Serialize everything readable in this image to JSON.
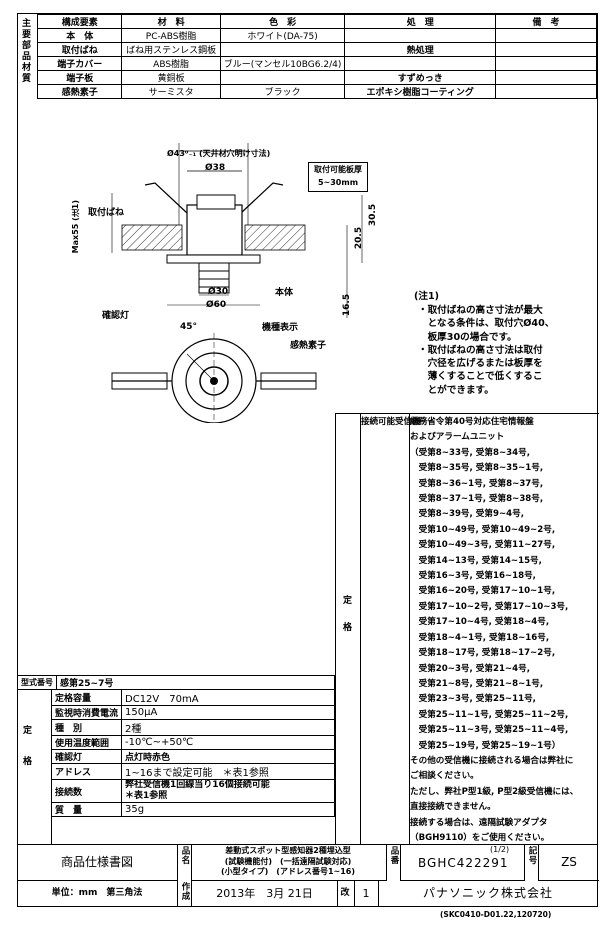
{
  "materials": {
    "side_label": "主要部品材質",
    "headers": [
      "構成要素",
      "材　料",
      "色　彩",
      "処　理",
      "備　考"
    ],
    "rows": [
      [
        "本　体",
        "PC-ABS樹脂",
        "ホワイト(DA-75)",
        "",
        ""
      ],
      [
        "取付ばね",
        "ばね用ステンレス鋼板",
        "",
        "熱処理",
        ""
      ],
      [
        "端子カバー",
        "ABS樹脂",
        "ブルー(マンセル10BG6.2/4)",
        "",
        ""
      ],
      [
        "端子板",
        "黄銅板",
        "",
        "すずめっき",
        ""
      ],
      [
        "感熱素子",
        "サーミスタ",
        "ブラック",
        "エポキシ樹脂コーティング",
        ""
      ]
    ]
  },
  "drawing": {
    "hole_dim": "Ø43⁰₋₁ (天井材穴明け寸法)",
    "d38": "Ø38",
    "spring_label": "取付ばね",
    "max55": "Max55 (注1)",
    "board_box_line1": "取付可能板厚",
    "board_box_line2": "5~30mm",
    "dim_20_5": "20.5",
    "dim_30_5": "30.5",
    "dim_16_5": "16.5",
    "body_label": "本体",
    "d30": "Ø30",
    "d60": "Ø60",
    "lamp_label": "確認灯",
    "angle": "45°",
    "model_label": "機種表示",
    "sensor_label": "感熱素子"
  },
  "notes": {
    "title": "(注1)",
    "lines": [
      "・取付ばねの高さ寸法が最大",
      "　となる条件は、取付穴Ø40、",
      "　板厚30の場合です。",
      "・取付ばねの高さ寸法は取付",
      "　穴径を広げるまたは板厚を",
      "　薄くすることで低くするこ",
      "　とができます。"
    ]
  },
  "compat": {
    "side_label": "定格",
    "header": "接続可能受信機",
    "lines": [
      "総務省令第40号対応住宅情報盤",
      "およびアラームユニット",
      "（受第8~33号, 受第8~34号,",
      "　受第8~35号, 受第8~35~1号,",
      "　受第8~36~1号, 受第8~37号,",
      "　受第8~37~1号, 受第8~38号,",
      "　受第8~39号, 受第9~4号,",
      "　受第10~49号, 受第10~49~2号,",
      "　受第10~49~3号, 受第11~27号,",
      "　受第14~13号, 受第14~15号,",
      "　受第16~3号, 受第16~18号,",
      "　受第16~20号, 受第17~10~1号,",
      "　受第17~10~2号, 受第17~10~3号,",
      "　受第17~10~4号, 受第18~4号,",
      "　受第18~4~1号, 受第18~16号,",
      "　受第18~17号, 受第18~17~2号,",
      "　受第20~3号, 受第21~4号,",
      "　受第21~8号, 受第21~8~1号,",
      "　受第23~3号, 受第25~11号,",
      "　受第25~11~1号, 受第25~11~2号,",
      "　受第25~11~3号, 受第25~11~4号,",
      "　受第25~19号, 受第25~19~1号）",
      "その他の受信機に接続される場合は弊社に",
      "ご相談ください。",
      "ただし、弊社P型1級, P型2級受信機には、",
      "直接接続できません。",
      "接続する場合は、遠隔試験アダプタ",
      "（BGH9110）をご使用ください。"
    ]
  },
  "approval": {
    "label": "型式番号",
    "value": "感第25~7号"
  },
  "specs": {
    "side_label": "定格",
    "rows": [
      [
        "定格容量",
        "DC12V　70mA"
      ],
      [
        "監視時消費電流",
        "150μA"
      ],
      [
        "種　別",
        "2種"
      ],
      [
        "使用温度範囲",
        "-10℃~+50℃"
      ],
      [
        "確認灯",
        "点灯時赤色"
      ],
      [
        "アドレス",
        "1~16まで設定可能　＊表1参照"
      ],
      [
        "接続数",
        "弊社受信機1回線当り16個接続可能\n＊表1参照"
      ],
      [
        "質　量",
        "35g"
      ]
    ]
  },
  "title_block": {
    "doc_type": "商品仕様書図",
    "name_label": "品名",
    "name_lines": [
      "差動式スポット型感知器2種埋込型",
      "(試験機能付)　(一括遠隔試験対応)",
      "(小型タイプ)　(アドレス番号1~16)"
    ],
    "number_label": "品番",
    "page": "(1/2)",
    "number": "BGHC422291",
    "symbol_label": "記号",
    "symbol": "ZS",
    "unit": "単位：mm　第三角法",
    "made_label": "作成",
    "date": "2013年　3月 21日",
    "rev_label": "改",
    "rev": "1",
    "company": "パナソニック株式会社",
    "footer_code": "(SKC0410-D01.22,120720)"
  }
}
